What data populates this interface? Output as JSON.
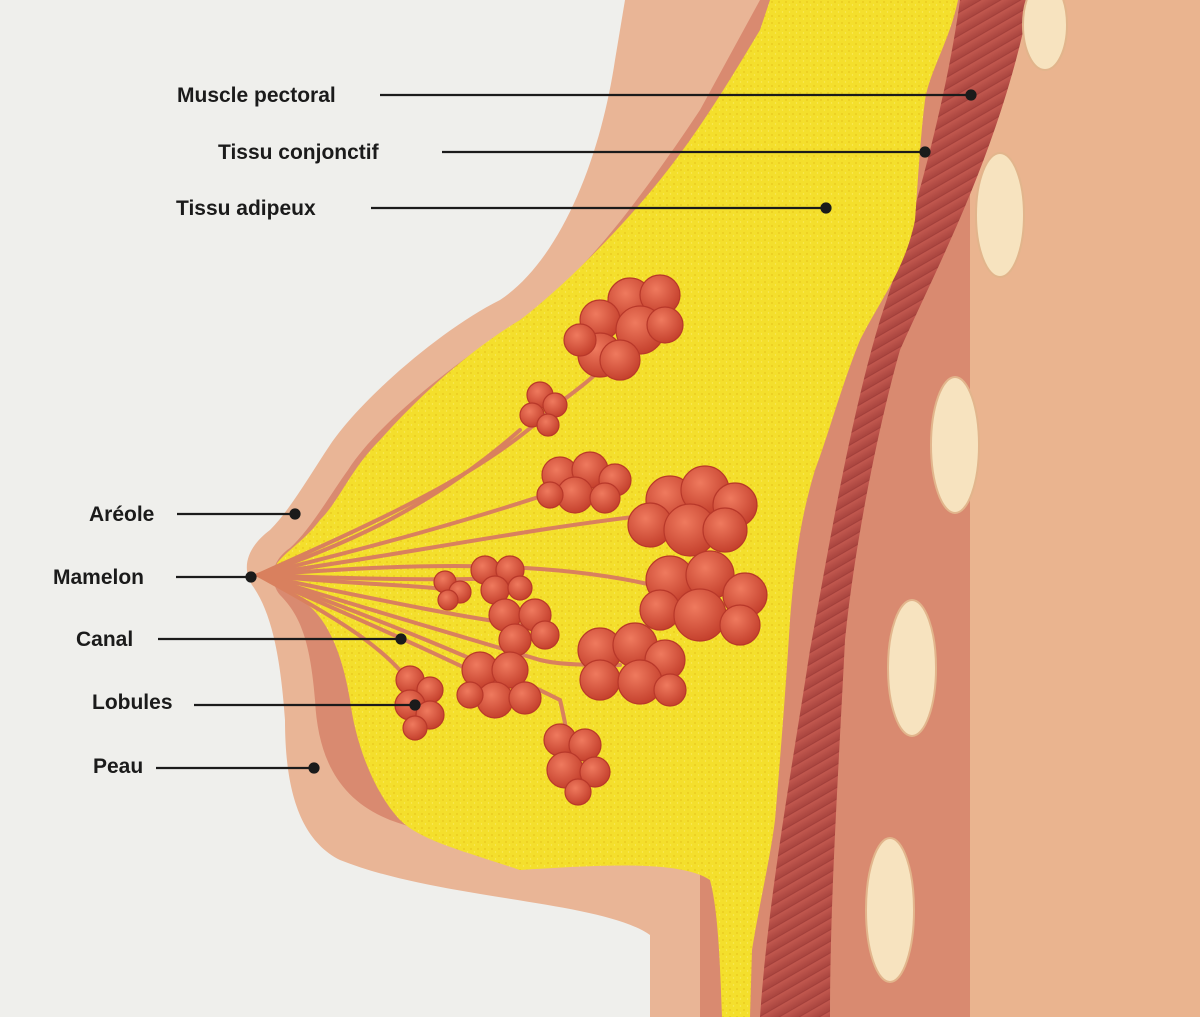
{
  "diagram": {
    "labels": {
      "muscle_pectoral": "Muscle pectoral",
      "tissu_conjonctif": "Tissu conjonctif",
      "tissu_adipeux": "Tissu adipeux",
      "areole": "Aréole",
      "mamelon": "Mamelon",
      "canal": "Canal",
      "lobules": "Lobules",
      "peau": "Peau"
    },
    "colors": {
      "background": "#efefec",
      "skin": "#e9b596",
      "skin_edge": "#d98a70",
      "chest": "#eab48f",
      "muscle": "#c0625a",
      "fat": "#f4df2c",
      "lobule": "#d8503a",
      "rib": "#f7e3bf",
      "leader_line": "#1b1b1b"
    }
  }
}
